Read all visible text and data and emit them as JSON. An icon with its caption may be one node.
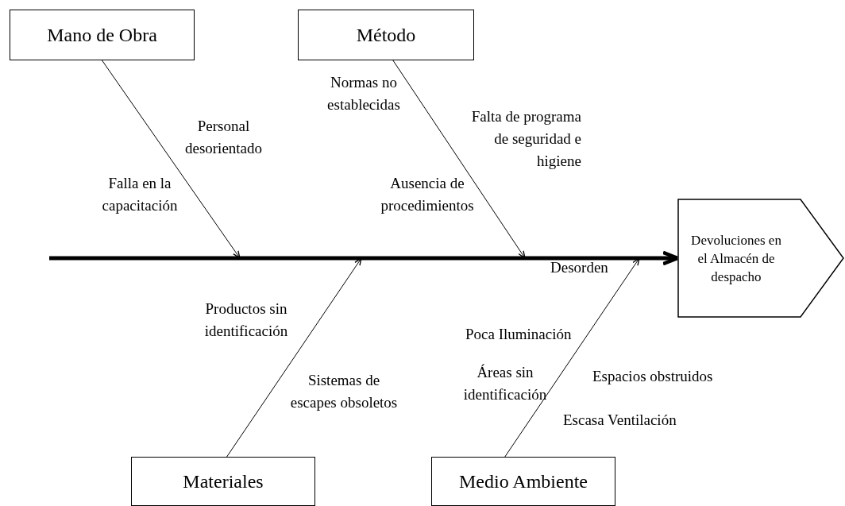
{
  "diagram": {
    "nodes": [
      {
        "text": [
          "Mano de Obra"
        ]
      },
      {
        "text": [
          "Método"
        ]
      },
      {
        "text": [
          "Devoluciones en el Almacén de despacho"
        ]
      },
      {
        "text": [
          "Materiales"
        ]
      },
      {
        "text": [
          "Medio Ambiente"
        ]
      }
    ],
    "edges": [
      {
        "from": 0,
        "to": null,
        "arrow": "to"
      },
      {
        "from": 1,
        "to": null,
        "arrow": "to"
      },
      {
        "from": null,
        "to": 2,
        "arrow": "to",
        "style": "thick"
      },
      {
        "from": 3,
        "to": null,
        "arrow": "to"
      },
      {
        "from": 4,
        "to": null,
        "arrow": "to"
      }
    ],
    "labels": [
      "Normas no establecidas",
      "Falta de programa de seguridad e higiene",
      "Personal desorientado",
      "Falla en la capacitación",
      "Ausencia de procedimientos",
      "Desorden",
      "Productos sin identificación",
      "Poca Iluminación",
      "Áreas sin identificación",
      "Espacios obstruidos",
      "Sistemas de escapes obsoletos",
      "Escasa Ventilación"
    ]
  }
}
